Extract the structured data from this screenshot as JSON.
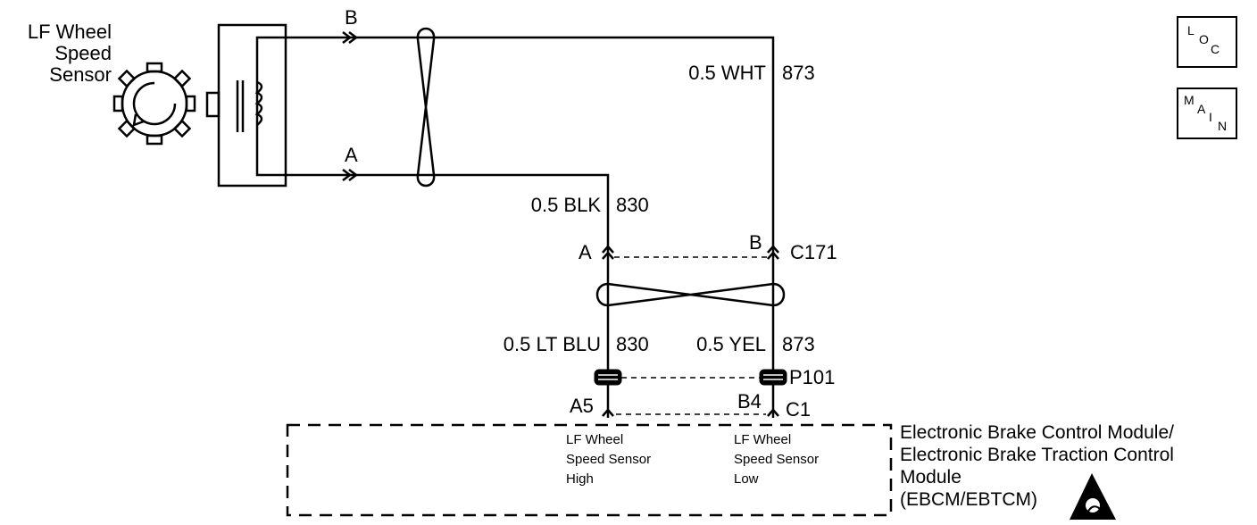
{
  "sensor": {
    "name_lines": [
      "LF Wheel",
      "Speed",
      "Sensor"
    ],
    "pin_b": "B",
    "pin_a": "A"
  },
  "wires": {
    "top_right": {
      "size_color": "0.5 WHT",
      "circuit": "873"
    },
    "top_left": {
      "size_color": "0.5 BLK",
      "circuit": "830"
    },
    "bottom_left": {
      "size_color": "0.5 LT BLU",
      "circuit": "830"
    },
    "bottom_right": {
      "size_color": "0.5 YEL",
      "circuit": "873"
    }
  },
  "connectors": {
    "c171": {
      "name": "C171",
      "pin_left": "A",
      "pin_right": "B"
    },
    "p101": {
      "name": "P101"
    },
    "module": {
      "name": "C1",
      "pin_left": "A5",
      "pin_right": "B4"
    }
  },
  "module": {
    "pin_left_lines": [
      "LF Wheel",
      "Speed Sensor",
      "High"
    ],
    "pin_right_lines": [
      "LF Wheel",
      "Speed Sensor",
      "Low"
    ],
    "name_lines": [
      "Electronic Brake Control Module/",
      "Electronic Brake Traction Control",
      "Module",
      "(EBCM/EBTCM)"
    ]
  },
  "tags": {
    "loc": [
      "L",
      "O",
      "C"
    ],
    "main": [
      "M",
      "A",
      "I",
      "N"
    ]
  }
}
